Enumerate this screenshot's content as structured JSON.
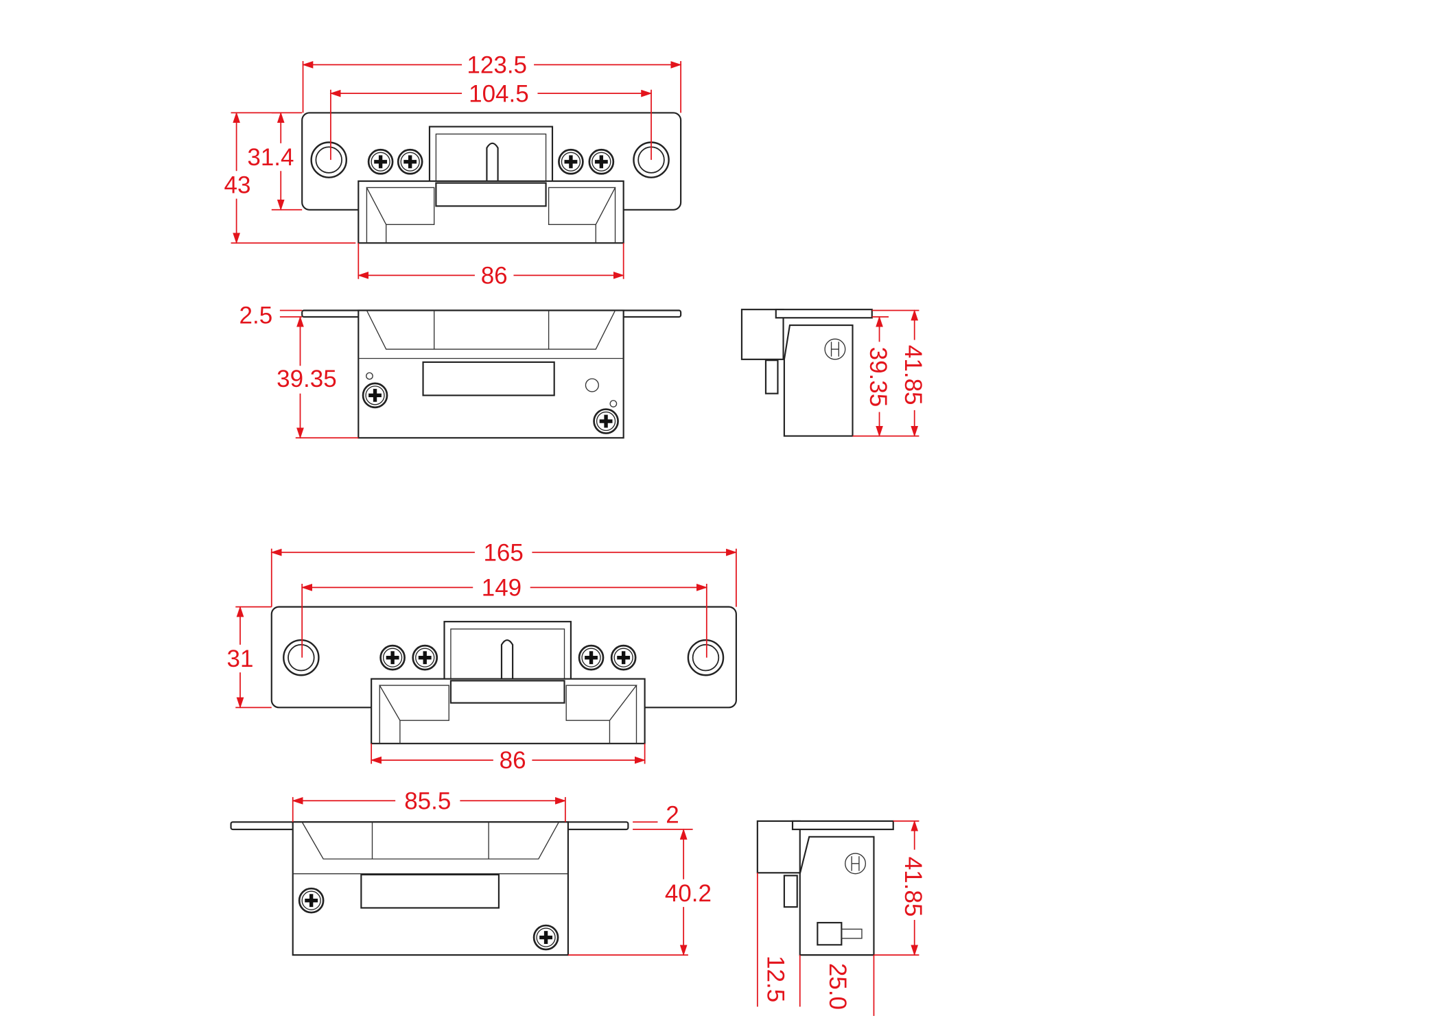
{
  "colors": {
    "dimension": "#e3141c",
    "outline": "#222222"
  },
  "drawing_1_top_view": {
    "overall_width": "123.5",
    "hole_spacing": "104.5",
    "plate_height": "31.4",
    "total_height": "43",
    "keeper_width": "86"
  },
  "drawing_2_side_view": {
    "plate_thickness": "2.5",
    "body_depth": "39.35"
  },
  "drawing_3_end_view": {
    "body_depth": "39.35",
    "total_depth": "41.85"
  },
  "drawing_4_top_view": {
    "overall_width": "165",
    "hole_spacing": "149",
    "plate_height": "31",
    "keeper_width": "86"
  },
  "drawing_5_side_view": {
    "body_width": "85.5",
    "plate_thickness": "2",
    "body_depth": "40.2"
  },
  "drawing_6_end_view": {
    "total_depth": "41.85",
    "offset": "12.5",
    "body_width": "25.0"
  }
}
